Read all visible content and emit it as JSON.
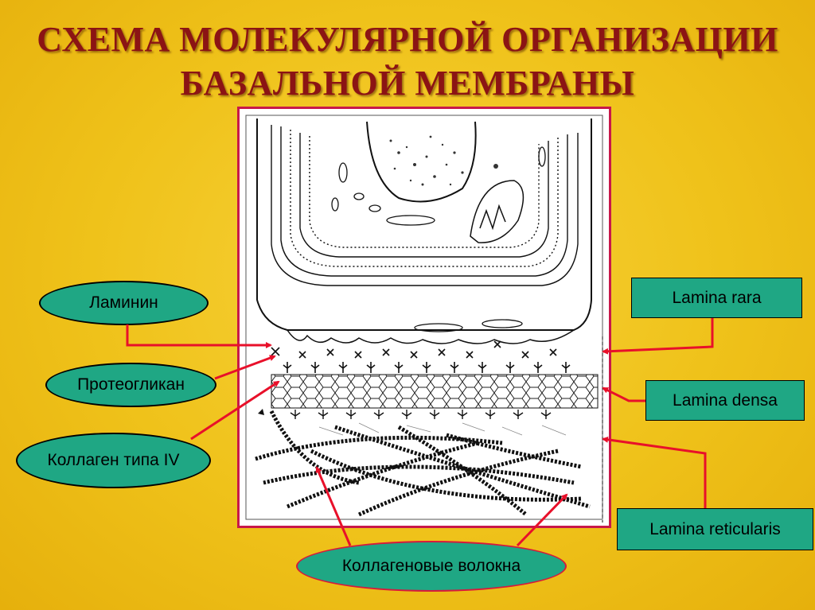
{
  "title": {
    "line1": "СХЕМА МОЛЕКУЛЯРНОЙ ОРГАНИЗАЦИИ",
    "line2": "БАЗАЛЬНОЙ МЕМБРАНЫ"
  },
  "labels_left": {
    "laminin": "Ламинин",
    "proteoglycan": "Протеогликан",
    "collagen_iv": "Коллаген типа IV",
    "collagen_fibers": "Коллагеновые волокна"
  },
  "labels_right": {
    "lamina_rara": "Lamina rara",
    "lamina_densa": "Lamina densa",
    "lamina_reticularis": "Lamina reticularis"
  },
  "colors": {
    "background": "#efc21a",
    "title": "#8b1414",
    "label_fill": "#1fa784",
    "arrow": "#e8102a",
    "figure_border": "#c8184a"
  }
}
